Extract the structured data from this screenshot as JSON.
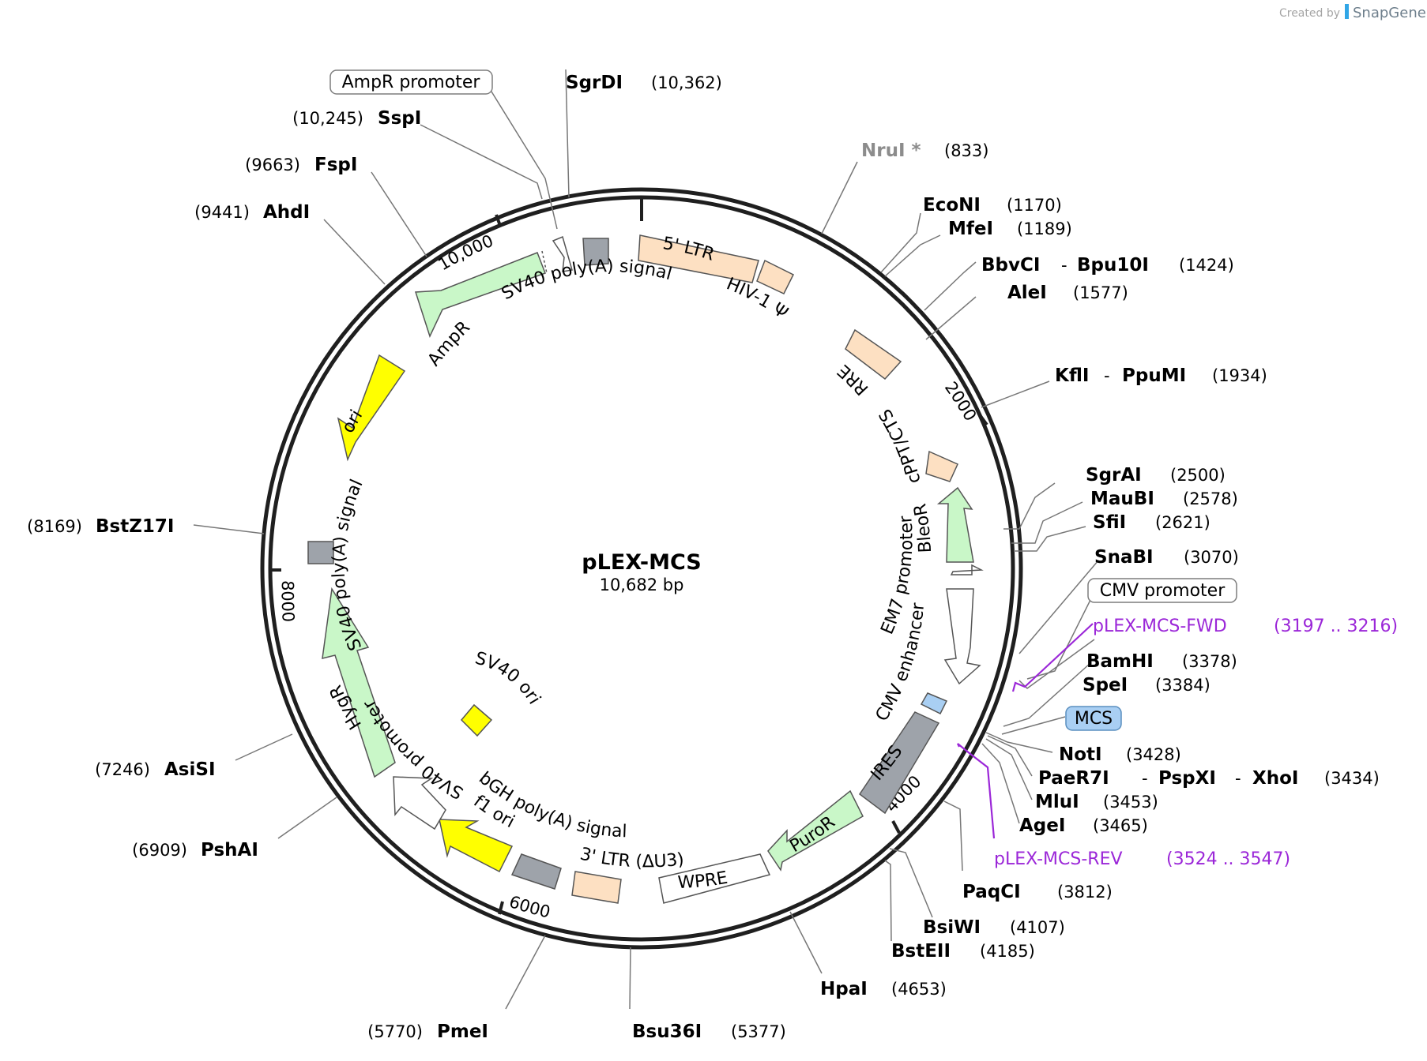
{
  "credit": {
    "prefix": "Created by",
    "brand": "SnapGene"
  },
  "plasmid": {
    "name": "pLEX-MCS",
    "length": "10,682 bp"
  },
  "ticks": [
    "2000",
    "4000",
    "6000",
    "8000",
    "10,000"
  ],
  "sites": {
    "sgrdi": {
      "name": "SgrDI",
      "pos": "(10,362)"
    },
    "sspi": {
      "name": "SspI",
      "pos": "(10,245)"
    },
    "fspi": {
      "name": "FspI",
      "pos": "(9663)"
    },
    "ahdi": {
      "name": "AhdI",
      "pos": "(9441)"
    },
    "nrui": {
      "name": "NruI *",
      "pos": "(833)"
    },
    "econi": {
      "name": "EcoNI",
      "pos": "(1170)"
    },
    "mfei": {
      "name": "MfeI",
      "pos": "(1189)"
    },
    "bbvci": {
      "name": "BbvCI",
      "sep": "-",
      "name2": "Bpu10I",
      "pos": "(1424)"
    },
    "alei": {
      "name": "AleI",
      "pos": "(1577)"
    },
    "kfli": {
      "name": "KflI",
      "sep": "-",
      "name2": "PpuMI",
      "pos": "(1934)"
    },
    "sgrai": {
      "name": "SgrAI",
      "pos": "(2500)"
    },
    "maubi": {
      "name": "MauBI",
      "pos": "(2578)"
    },
    "sfii": {
      "name": "SfiI",
      "pos": "(2621)"
    },
    "snabi": {
      "name": "SnaBI",
      "pos": "(3070)"
    },
    "bamhi": {
      "name": "BamHI",
      "pos": "(3378)"
    },
    "spei": {
      "name": "SpeI",
      "pos": "(3384)"
    },
    "noti": {
      "name": "NotI",
      "pos": "(3428)"
    },
    "pae": {
      "name": "PaeR7I",
      "sep": "-",
      "name2": "PspXI",
      "sep2": "-",
      "name3": "XhoI",
      "pos": "(3434)"
    },
    "mlui": {
      "name": "MluI",
      "pos": "(3453)"
    },
    "agei": {
      "name": "AgeI",
      "pos": "(3465)"
    },
    "paqci": {
      "name": "PaqCI",
      "pos": "(3812)"
    },
    "bsiwi": {
      "name": "BsiWI",
      "pos": "(4107)"
    },
    "bsteii": {
      "name": "BstEII",
      "pos": "(4185)"
    },
    "hpai": {
      "name": "HpaI",
      "pos": "(4653)"
    },
    "bsu36i": {
      "name": "Bsu36I",
      "pos": "(5377)"
    },
    "pmei": {
      "name": "PmeI",
      "pos": "(5770)"
    },
    "pshai": {
      "name": "PshAI",
      "pos": "(6909)"
    },
    "asisi": {
      "name": "AsiSI",
      "pos": "(7246)"
    },
    "bstz17i": {
      "name": "BstZ17I",
      "pos": "(8169)"
    }
  },
  "primers": {
    "fwd": {
      "name": "pLEX-MCS-FWD",
      "range": "(3197 .. 3216)"
    },
    "rev": {
      "name": "pLEX-MCS-REV",
      "range": "(3524 .. 3547)"
    }
  },
  "boxed": {
    "ampr_promoter": "AmpR promoter",
    "cmv_promoter": "CMV promoter",
    "mcs": "MCS"
  },
  "features": {
    "ltr5": "5' LTR",
    "hiv_psi": "HIV-1 Ψ",
    "rre": "RRE",
    "cppt": "cPPT/CTS",
    "bleor": "BleoR",
    "em7": "EM7 promoter",
    "cmv_enh": "CMV enhancer",
    "ires": "IRES",
    "puror": "PuroR",
    "wpre": "WPRE",
    "ltr3": "3' LTR (ΔU3)",
    "bgh": "bGH poly(A) signal",
    "f1": "f1 ori",
    "sv40_prom": "SV40 promoter",
    "sv40_ori": "SV40 ori",
    "hygr": "HygR",
    "sv40_pa_left": "SV40 poly(A) signal",
    "ori": "ori",
    "ampr": "AmpR",
    "sv40_pa_top": "SV40 poly(A) signal"
  },
  "colors": {
    "ltr": "#fde0c2",
    "resistance": "#c9f7c8",
    "ori": "#ffff00",
    "polya": "#9ea3aa",
    "mcs": "#a9cff3",
    "primer": "#9b27d8",
    "neutral": "#ffffff"
  }
}
